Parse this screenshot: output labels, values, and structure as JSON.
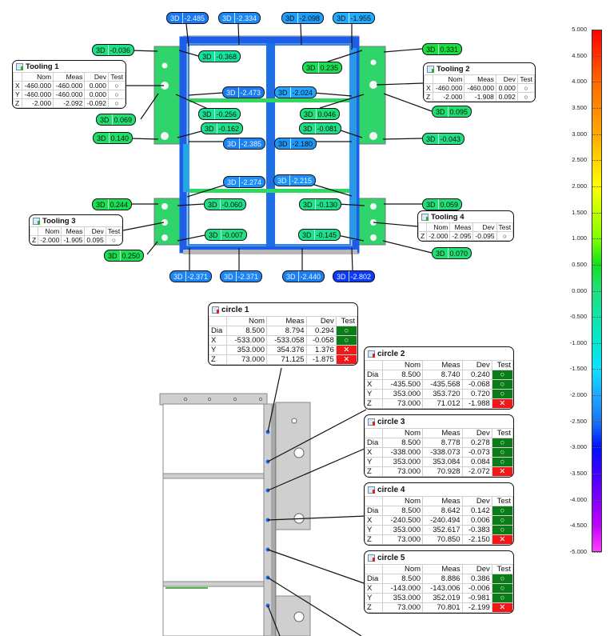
{
  "colorbar": {
    "labels": [
      "5.000",
      "4.500",
      "4.000",
      "3.500",
      "3.000",
      "2.500",
      "2.000",
      "1.500",
      "1.000",
      "0.500",
      "0.000",
      "-0.500",
      "-1.000",
      "-1.500",
      "-2.000",
      "-2.500",
      "-3.000",
      "-3.500",
      "-4.000",
      "-4.500",
      "-5.000"
    ],
    "range": [
      -5,
      5
    ],
    "stops": [
      [
        5,
        "#ff0000"
      ],
      [
        4,
        "#ff6a00"
      ],
      [
        3,
        "#ffaa00"
      ],
      [
        2,
        "#ffff00"
      ],
      [
        1,
        "#80ff00"
      ],
      [
        0.5,
        "#10e020"
      ],
      [
        0,
        "#20e080"
      ],
      [
        -1,
        "#00e8d0"
      ],
      [
        -1.5,
        "#10e0ff"
      ],
      [
        -2,
        "#20a8ff"
      ],
      [
        -2.5,
        "#1a78f0"
      ],
      [
        -3,
        "#0010ff"
      ],
      [
        -3.5,
        "#4000ff"
      ],
      [
        -4,
        "#8000ff"
      ],
      [
        -4.5,
        "#c000ff"
      ],
      [
        -5,
        "#ff40ff"
      ]
    ]
  },
  "deviation_labels": [
    {
      "prefix": "3D",
      "value": "-2.485"
    },
    {
      "prefix": "3D",
      "value": "-2.334"
    },
    {
      "prefix": "3D",
      "value": "-2.098"
    },
    {
      "prefix": "3D",
      "value": "-1.955"
    },
    {
      "prefix": "3D",
      "value": "-0.036"
    },
    {
      "prefix": "3D",
      "value": "-0.368"
    },
    {
      "prefix": "3D",
      "value": "0.331"
    },
    {
      "prefix": "3D",
      "value": "0.235"
    },
    {
      "prefix": "3D",
      "value": "-2.473"
    },
    {
      "prefix": "3D",
      "value": "-0.256"
    },
    {
      "prefix": "3D",
      "value": "-2.024"
    },
    {
      "prefix": "3D",
      "value": "0.046"
    },
    {
      "prefix": "3D",
      "value": "-0.162"
    },
    {
      "prefix": "3D",
      "value": "0.140"
    },
    {
      "prefix": "3D",
      "value": "-2.385"
    },
    {
      "prefix": "3D",
      "value": "-0.081"
    },
    {
      "prefix": "3D",
      "value": "-0.043"
    },
    {
      "prefix": "3D",
      "value": "-2.180"
    },
    {
      "prefix": "3D",
      "value": "-2.274"
    },
    {
      "prefix": "3D",
      "value": "-2.215"
    },
    {
      "prefix": "3D",
      "value": "0.244"
    },
    {
      "prefix": "3D",
      "value": "-0.060"
    },
    {
      "prefix": "3D",
      "value": "-0.130"
    },
    {
      "prefix": "3D",
      "value": "0.059"
    },
    {
      "prefix": "3D",
      "value": "-0.007"
    },
    {
      "prefix": "3D",
      "value": "-0.145"
    },
    {
      "prefix": "3D",
      "value": "-2.371"
    },
    {
      "prefix": "3D",
      "value": "-2.371"
    },
    {
      "prefix": "3D",
      "value": "-2.440"
    },
    {
      "prefix": "3D",
      "value": "-2.802"
    },
    {
      "prefix": "3D",
      "value": "0.069"
    },
    {
      "prefix": "3D",
      "value": "0.095"
    },
    {
      "prefix": "3D",
      "value": "0.250"
    },
    {
      "prefix": "3D",
      "value": "0.070"
    }
  ],
  "tooling": [
    {
      "title": "Tooling 1",
      "columns": [
        "",
        "Nom",
        "Meas",
        "Dev",
        "Test"
      ],
      "rows": [
        [
          "X",
          "-460.000",
          "-460.000",
          "0.000",
          "○"
        ],
        [
          "Y",
          "-460.000",
          "-460.000",
          "0.000",
          "○"
        ],
        [
          "Z",
          "-2.000",
          "-2.092",
          "-0.092",
          "○"
        ]
      ]
    },
    {
      "title": "Tooling 2",
      "columns": [
        "",
        "Nom",
        "Meas",
        "Dev",
        "Test"
      ],
      "rows": [
        [
          "X",
          "-460.000",
          "-460.000",
          "0.000",
          "○"
        ],
        [
          "Z",
          "-2.000",
          "-1.908",
          "0.092",
          "○"
        ]
      ]
    },
    {
      "title": "Tooling 3",
      "columns": [
        "",
        "Nom",
        "Meas",
        "Dev",
        "Test"
      ],
      "rows": [
        [
          "Z",
          "-2.000",
          "-1.905",
          "0.095",
          "○"
        ]
      ]
    },
    {
      "title": "Tooling 4",
      "columns": [
        "",
        "Nom",
        "Meas",
        "Dev",
        "Test"
      ],
      "rows": [
        [
          "Z",
          "-2.000",
          "-2.095",
          "-0.095",
          "○"
        ]
      ]
    }
  ],
  "circles": [
    {
      "title": "circle 1",
      "columns": [
        "",
        "Nom",
        "Meas",
        "Dev",
        "Test"
      ],
      "rows": [
        {
          "axis": "Dia",
          "nom": "8.500",
          "meas": "8.794",
          "dev": "0.294",
          "test": "pass"
        },
        {
          "axis": "X",
          "nom": "-533.000",
          "meas": "-533.058",
          "dev": "-0.058",
          "test": "pass"
        },
        {
          "axis": "Y",
          "nom": "353.000",
          "meas": "354.376",
          "dev": "1.376",
          "test": "fail"
        },
        {
          "axis": "Z",
          "nom": "73.000",
          "meas": "71.125",
          "dev": "-1.875",
          "test": "fail"
        }
      ]
    },
    {
      "title": "circle 2",
      "columns": [
        "",
        "Nom",
        "Meas",
        "Dev",
        "Test"
      ],
      "rows": [
        {
          "axis": "Dia",
          "nom": "8.500",
          "meas": "8.740",
          "dev": "0.240",
          "test": "pass"
        },
        {
          "axis": "X",
          "nom": "-435.500",
          "meas": "-435.568",
          "dev": "-0.068",
          "test": "pass"
        },
        {
          "axis": "Y",
          "nom": "353.000",
          "meas": "353.720",
          "dev": "0.720",
          "test": "pass"
        },
        {
          "axis": "Z",
          "nom": "73.000",
          "meas": "71.012",
          "dev": "-1.988",
          "test": "fail"
        }
      ]
    },
    {
      "title": "circle 3",
      "columns": [
        "",
        "Nom",
        "Meas",
        "Dev",
        "Test"
      ],
      "rows": [
        {
          "axis": "Dia",
          "nom": "8.500",
          "meas": "8.778",
          "dev": "0.278",
          "test": "pass"
        },
        {
          "axis": "X",
          "nom": "-338.000",
          "meas": "-338.073",
          "dev": "-0.073",
          "test": "pass"
        },
        {
          "axis": "Y",
          "nom": "353.000",
          "meas": "353.084",
          "dev": "0.084",
          "test": "pass"
        },
        {
          "axis": "Z",
          "nom": "73.000",
          "meas": "70.928",
          "dev": "-2.072",
          "test": "fail"
        }
      ]
    },
    {
      "title": "circle 4",
      "columns": [
        "",
        "Nom",
        "Meas",
        "Dev",
        "Test"
      ],
      "rows": [
        {
          "axis": "Dia",
          "nom": "8.500",
          "meas": "8.642",
          "dev": "0.142",
          "test": "pass"
        },
        {
          "axis": "X",
          "nom": "-240.500",
          "meas": "-240.494",
          "dev": "0.006",
          "test": "pass"
        },
        {
          "axis": "Y",
          "nom": "353.000",
          "meas": "352.617",
          "dev": "-0.383",
          "test": "pass"
        },
        {
          "axis": "Z",
          "nom": "73.000",
          "meas": "70.850",
          "dev": "-2.150",
          "test": "fail"
        }
      ]
    },
    {
      "title": "circle 5",
      "columns": [
        "",
        "Nom",
        "Meas",
        "Dev",
        "Test"
      ],
      "rows": [
        {
          "axis": "Dia",
          "nom": "8.500",
          "meas": "8.886",
          "dev": "0.386",
          "test": "pass"
        },
        {
          "axis": "X",
          "nom": "-143.000",
          "meas": "-143.006",
          "dev": "-0.006",
          "test": "pass"
        },
        {
          "axis": "Y",
          "nom": "353.000",
          "meas": "352.019",
          "dev": "-0.981",
          "test": "pass"
        },
        {
          "axis": "Z",
          "nom": "73.000",
          "meas": "70.801",
          "dev": "-2.199",
          "test": "fail"
        }
      ]
    }
  ],
  "test_symbols": {
    "pass": "○",
    "fail": "✕"
  },
  "test_colors": {
    "pass": "#0a7d18",
    "fail": "#f01818"
  }
}
